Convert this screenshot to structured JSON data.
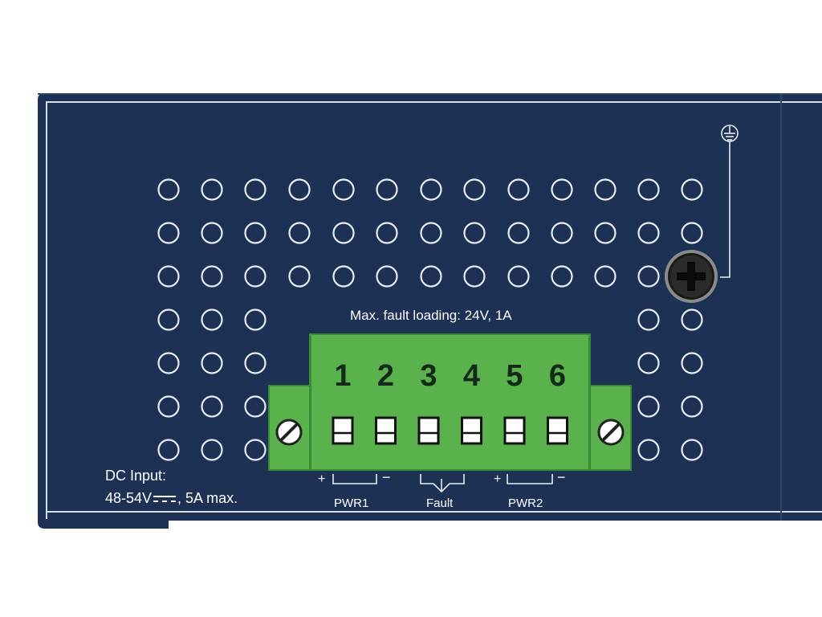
{
  "panel": {
    "max_fault_loading": "Max. fault loading: 24V, 1A",
    "dc_input": {
      "title": "DC Input:",
      "voltage": "48-54V",
      "current": ", 5A max."
    },
    "terminal": {
      "pins": [
        "1",
        "2",
        "3",
        "4",
        "5",
        "6"
      ],
      "pwr1_label": "PWR1",
      "fault_label": "Fault",
      "pwr2_label": "PWR2",
      "plus": "+",
      "minus": "−"
    },
    "colors": {
      "panel": "#1c3154",
      "terminal": "#5ab24c",
      "terminal_dark": "#3b8a34",
      "line": "#d8e0ec"
    },
    "icons": [
      "ground-icon",
      "grounding-screw-icon",
      "mounting-screw-icon",
      "dc-symbol-icon"
    ]
  }
}
